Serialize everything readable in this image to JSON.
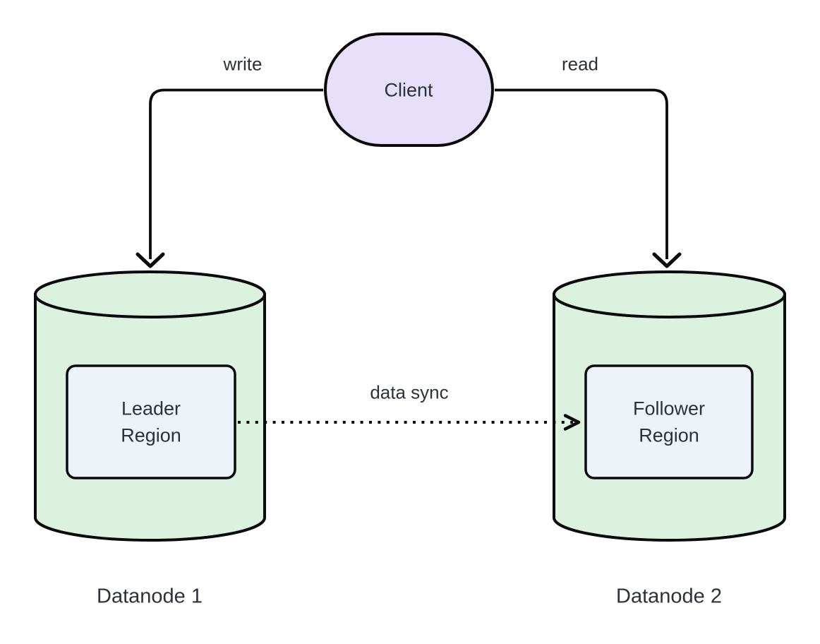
{
  "diagram": {
    "type": "flowchart",
    "nodes": {
      "client": {
        "label": "Client",
        "shape": "stadium"
      },
      "datanode1": {
        "caption": "Datanode 1",
        "shape": "cylinder",
        "region": "Leader Region"
      },
      "datanode2": {
        "caption": "Datanode 2",
        "shape": "cylinder",
        "region": "Follower Region"
      }
    },
    "edges": [
      {
        "from": "client",
        "to": "datanode1",
        "label": "write",
        "style": "solid"
      },
      {
        "from": "client",
        "to": "datanode2",
        "label": "read",
        "style": "solid"
      },
      {
        "from": "datanode1",
        "to": "datanode2",
        "label": "data sync",
        "style": "dotted"
      }
    ],
    "colors": {
      "client_fill": "#e6e0fa",
      "cylinder_fill": "#dcf2e1",
      "region_fill": "#eef2f9",
      "stroke": "#0b0b0b",
      "text": "#2d313c",
      "background": "#ffffff"
    }
  }
}
